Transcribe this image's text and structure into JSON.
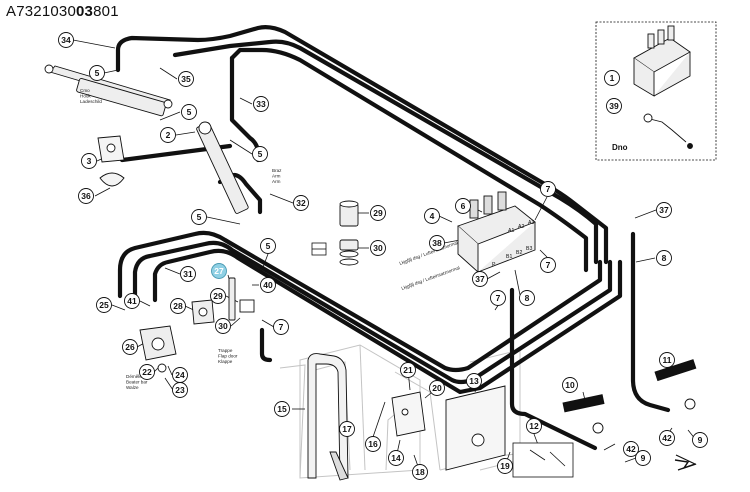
{
  "title": {
    "prefix": "A7321030",
    "bold": "03",
    "suffix": "8",
    "rest": "01"
  },
  "annotations": {
    "cylinder_label_lines": [
      "Cmo",
      "Hook",
      "Ladeschild"
    ],
    "brake_label_lines": [
      "Braz",
      "Arm",
      "Arm"
    ],
    "valve_label_1": "Lkjgfjfj dsg / Lufteinsatznormal",
    "valve_label_2": "Lkjgfjfj dsg / Lufteinsatznormal",
    "flap_label_lines": [
      "Trappe",
      "Flap door",
      "Klappe"
    ],
    "plate_label_lines": [
      "Démêleur",
      "Beater bar",
      "Walze"
    ],
    "inset_label": "Dno",
    "port_labels": [
      "A1",
      "A2",
      "A3",
      "B1",
      "B2",
      "B3",
      "P"
    ]
  },
  "callouts": [
    {
      "num": "34",
      "highlight": false
    },
    {
      "num": "5",
      "highlight": false
    },
    {
      "num": "35",
      "highlight": false
    },
    {
      "num": "5",
      "highlight": false
    },
    {
      "num": "33",
      "highlight": false
    },
    {
      "num": "2",
      "highlight": false
    },
    {
      "num": "5",
      "highlight": false
    },
    {
      "num": "3",
      "highlight": false
    },
    {
      "num": "36",
      "highlight": false
    },
    {
      "num": "32",
      "highlight": false
    },
    {
      "num": "5",
      "highlight": false
    },
    {
      "num": "29",
      "highlight": false
    },
    {
      "num": "30",
      "highlight": false
    },
    {
      "num": "5",
      "highlight": false
    },
    {
      "num": "31",
      "highlight": false
    },
    {
      "num": "27",
      "highlight": true
    },
    {
      "num": "40",
      "highlight": false
    },
    {
      "num": "25",
      "highlight": false
    },
    {
      "num": "41",
      "highlight": false
    },
    {
      "num": "28",
      "highlight": false
    },
    {
      "num": "29",
      "highlight": false
    },
    {
      "num": "30",
      "highlight": false
    },
    {
      "num": "7",
      "highlight": false
    },
    {
      "num": "26",
      "highlight": false
    },
    {
      "num": "22",
      "highlight": false
    },
    {
      "num": "24",
      "highlight": false
    },
    {
      "num": "23",
      "highlight": false
    },
    {
      "num": "4",
      "highlight": false
    },
    {
      "num": "6",
      "highlight": false
    },
    {
      "num": "38",
      "highlight": false
    },
    {
      "num": "7",
      "highlight": false
    },
    {
      "num": "7",
      "highlight": false
    },
    {
      "num": "37",
      "highlight": false
    },
    {
      "num": "8",
      "highlight": false
    },
    {
      "num": "7",
      "highlight": false
    },
    {
      "num": "37",
      "highlight": false
    },
    {
      "num": "8",
      "highlight": false
    },
    {
      "num": "1",
      "highlight": false
    },
    {
      "num": "39",
      "highlight": false
    },
    {
      "num": "11",
      "highlight": false
    },
    {
      "num": "10",
      "highlight": false
    },
    {
      "num": "9",
      "highlight": false
    },
    {
      "num": "42",
      "highlight": false
    },
    {
      "num": "42",
      "highlight": false
    },
    {
      "num": "9",
      "highlight": false
    },
    {
      "num": "12",
      "highlight": false
    },
    {
      "num": "13",
      "highlight": false
    },
    {
      "num": "21",
      "highlight": false
    },
    {
      "num": "20",
      "highlight": false
    },
    {
      "num": "15",
      "highlight": false
    },
    {
      "num": "16",
      "highlight": false
    },
    {
      "num": "17",
      "highlight": false
    },
    {
      "num": "14",
      "highlight": false
    },
    {
      "num": "18",
      "highlight": false
    },
    {
      "num": "19",
      "highlight": false
    }
  ],
  "colors": {
    "line": "#111111",
    "bubble_fill": "#ffffff",
    "highlight_fill": "#8fd0e4",
    "ghost": "#c4c4c4",
    "part_fill": "#eeeeee"
  },
  "icons": [
    "hydraulic-valve-icon",
    "cylinder-icon",
    "arrow-right-icon"
  ]
}
